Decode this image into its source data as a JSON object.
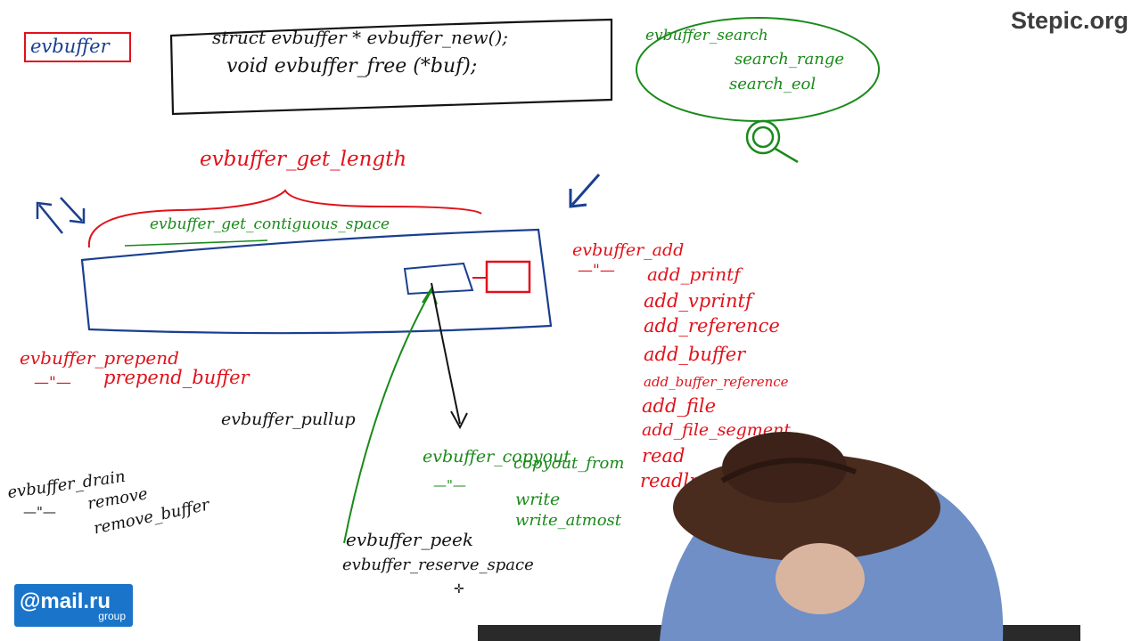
{
  "brand": {
    "site": "Stepic.org",
    "logo_main": "@mail.ru",
    "logo_sub": "group"
  },
  "colors": {
    "red": "#e0121b",
    "green": "#1a8a1a",
    "blue": "#1a3f8f",
    "black": "#141414",
    "logo_bg": "#1a74c9"
  },
  "board": {
    "title": "evbuffer",
    "code_line1": "struct evbuffer * evbuffer_new();",
    "code_line2": "void evbuffer_free (*buf);",
    "search": [
      "evbuffer_search",
      "search_range",
      "search_eol"
    ],
    "get_length": "evbuffer_get_length",
    "contiguous": "evbuffer_get_contiguous_space",
    "add": [
      "evbuffer_add",
      "add_printf",
      "add_vprintf",
      "add_reference",
      "add_buffer",
      "add_buffer_reference",
      "add_file",
      "add_file_segment",
      "read",
      "readln"
    ],
    "add_ditto": "—\"—",
    "prepend": [
      "evbuffer_prepend",
      "prepend_buffer"
    ],
    "prepend_ditto": "—\"—",
    "pullup": "evbuffer_pullup",
    "drain": [
      "evbuffer_drain",
      "remove",
      "remove_buffer"
    ],
    "drain_ditto": "—\"—",
    "copyout": [
      "evbuffer_copyout",
      "copyout_from",
      "write",
      "write_atmost"
    ],
    "copyout_ditto": "—\"—",
    "peek": "evbuffer_peek",
    "reserve": "evbuffer_reserve_space"
  }
}
